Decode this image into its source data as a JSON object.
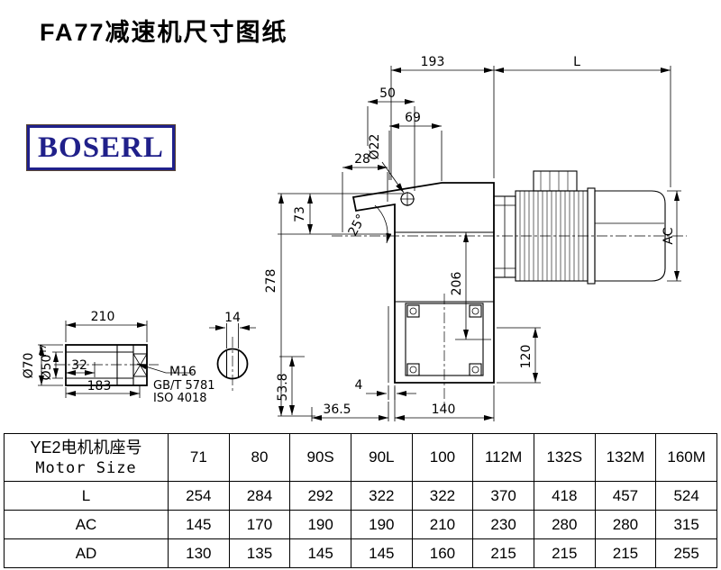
{
  "page": {
    "title": "FA77减速机尺寸图纸",
    "logo_text": "BOSERL"
  },
  "colors": {
    "logo": "#20208A",
    "line": "#000000"
  },
  "drawing": {
    "dim_193": "193",
    "dim_L": "L",
    "dim_50": "50",
    "dim_69": "69",
    "dim_dia22": "Ø22",
    "dim_28": "28",
    "dim_73": "73",
    "dim_25deg": "25°",
    "dim_278": "278",
    "dim_206": "206",
    "dim_AC": "AC",
    "dim_120": "120",
    "dim_4": "4",
    "dim_36_5": "36.5",
    "dim_140": "140",
    "dim_210": "210",
    "dim_14": "14",
    "dim_32": "32",
    "dim_183": "183",
    "dim_dia70": "Ø70",
    "dim_dia50": "Ø50",
    "dim_dia50_tol": "H7",
    "dim_53_8": "53.8",
    "thread_label": "M16",
    "thread_standard1": "GB/T 5781",
    "thread_standard2": "ISO 4018"
  },
  "table": {
    "header": {
      "line1": "YE2电机机座号",
      "line2": "Motor Size"
    },
    "motor_sizes": [
      "71",
      "80",
      "90S",
      "90L",
      "100",
      "112M",
      "132S",
      "132M",
      "160M"
    ],
    "rows": [
      {
        "label": "L",
        "values": [
          "254",
          "284",
          "292",
          "322",
          "322",
          "370",
          "418",
          "457",
          "524"
        ]
      },
      {
        "label": "AC",
        "values": [
          "145",
          "170",
          "190",
          "190",
          "210",
          "230",
          "280",
          "280",
          "315"
        ]
      },
      {
        "label": "AD",
        "values": [
          "130",
          "135",
          "145",
          "145",
          "160",
          "215",
          "215",
          "215",
          "255"
        ]
      }
    ]
  }
}
